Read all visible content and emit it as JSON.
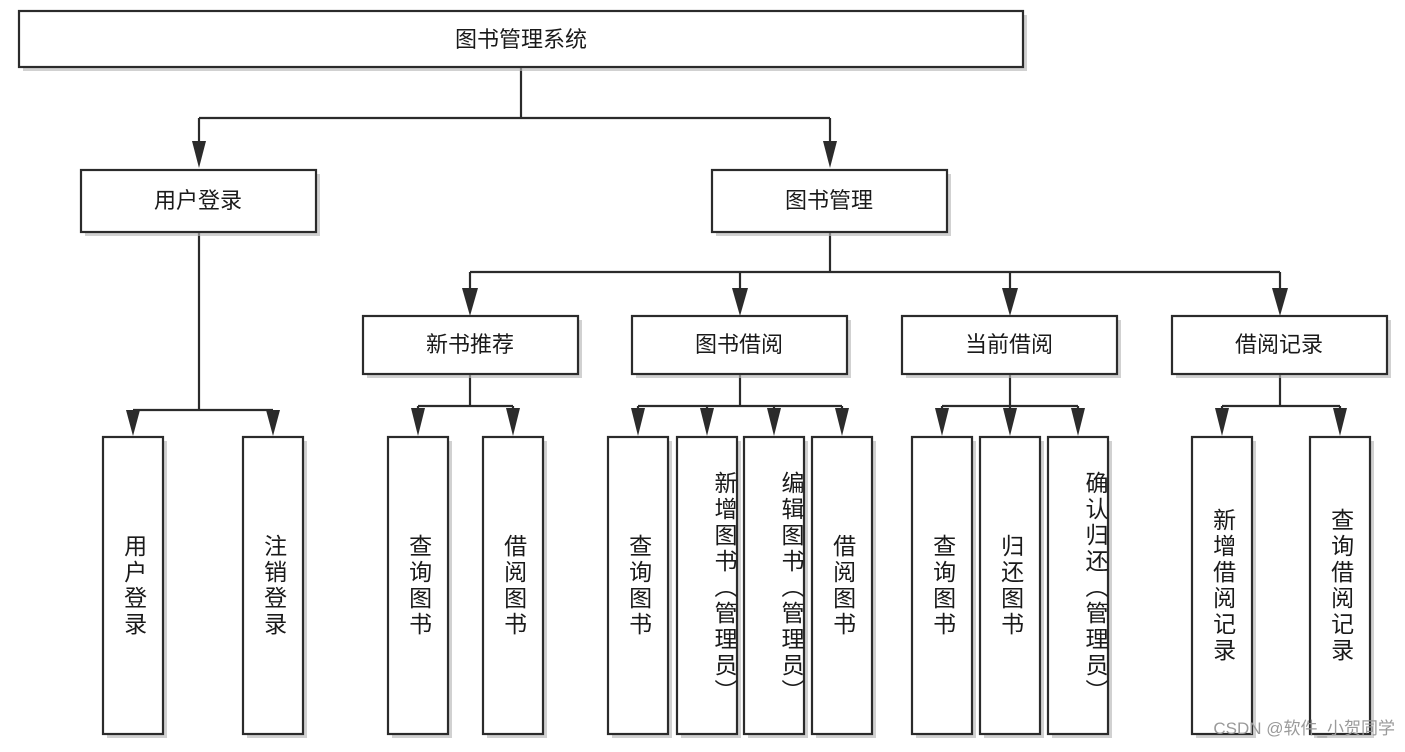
{
  "diagram": {
    "title": "图书管理系统",
    "type": "tree-hierarchy-flowchart",
    "watermark": "CSDN @软件_小贺同学",
    "colors": {
      "box_fill": "#ffffff",
      "box_stroke": "#2b2b2b",
      "text": "#1a1a1a",
      "shadow": "#b8b8b8",
      "background": "#ffffff",
      "watermark": "#9a9a9a"
    },
    "root": {
      "label": "图书管理系统"
    },
    "level2": [
      {
        "label": "用户登录"
      },
      {
        "label": "图书管理"
      }
    ],
    "level3": [
      {
        "label": "新书推荐"
      },
      {
        "label": "图书借阅"
      },
      {
        "label": "当前借阅"
      },
      {
        "label": "借阅记录"
      }
    ],
    "leaves": {
      "user_login": [
        {
          "label": "用户登录"
        },
        {
          "label": "注销登录"
        }
      ],
      "new_book_recommend": [
        {
          "label": "查询图书"
        },
        {
          "label": "借阅图书"
        }
      ],
      "book_borrow": [
        {
          "label": "查询图书"
        },
        {
          "label": "新增图书（管理员）"
        },
        {
          "label": "编辑图书（管理员）"
        },
        {
          "label": "借阅图书"
        }
      ],
      "current_borrow": [
        {
          "label": "查询图书"
        },
        {
          "label": "归还图书"
        },
        {
          "label": "确认归还（管理员）"
        }
      ],
      "borrow_record": [
        {
          "label": "新增借阅记录"
        },
        {
          "label": "查询借阅记录"
        }
      ]
    }
  }
}
